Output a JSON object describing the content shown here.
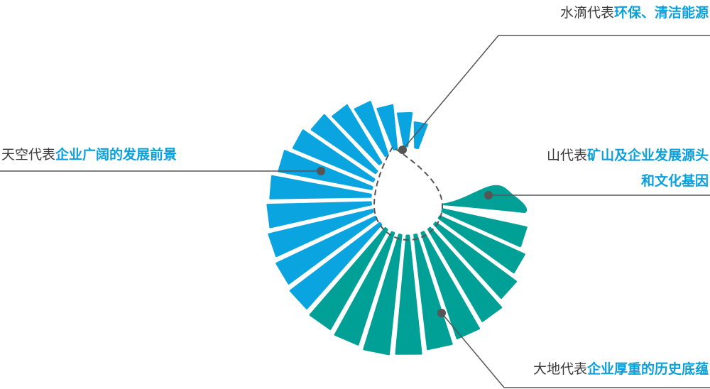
{
  "colors": {
    "sky": "#0aa5e0",
    "earth": "#00a096",
    "line": "#555555",
    "text": "#3a3a3a",
    "highlight": "#0aa0dc"
  },
  "annotations": {
    "water": {
      "prefix": "水滴代表",
      "highlight": "环保、清洁能源"
    },
    "sky": {
      "prefix": "天空代表",
      "highlight": "企业广阔的发展前景"
    },
    "mountain": {
      "prefix": "山代表",
      "highlight": "矿山及企业发展源头",
      "line2": "和文化基因"
    },
    "earth": {
      "prefix": "大地代表",
      "highlight": "企业厚重的历史底蕴"
    }
  }
}
